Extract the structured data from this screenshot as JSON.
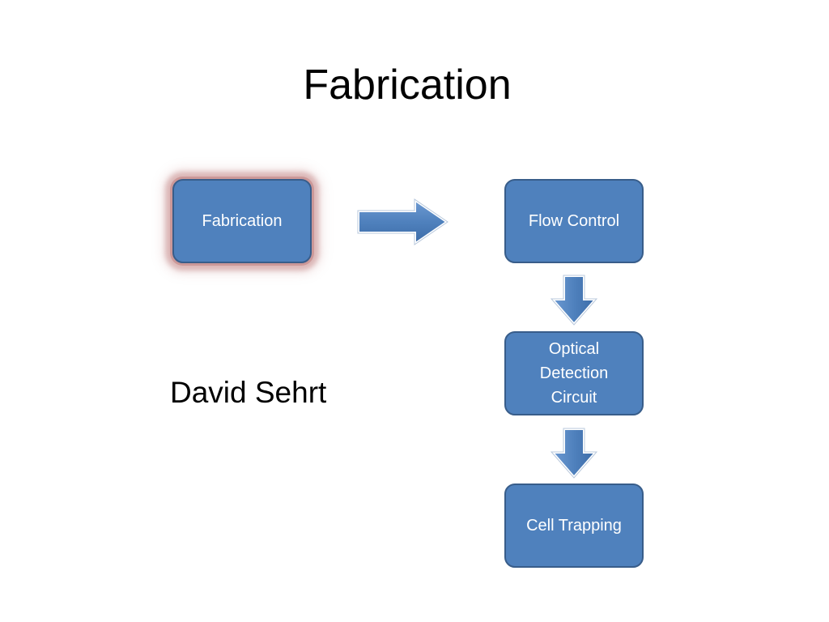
{
  "slide": {
    "title": "Fabrication",
    "author": "David Sehrt"
  },
  "diagram": {
    "nodes": {
      "fabrication": "Fabrication",
      "flow_control": "Flow Control",
      "optical_detection": "Optical\nDetection\nCircuit",
      "cell_trapping": "Cell Trapping"
    },
    "colors": {
      "box_fill": "#4f81bd",
      "box_border": "#385d8a",
      "highlight_glow": "#c08080"
    }
  }
}
